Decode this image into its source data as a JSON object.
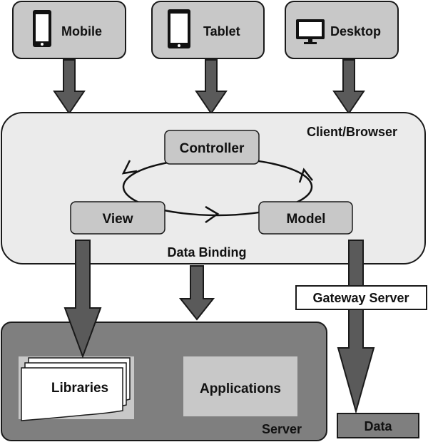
{
  "devices": [
    {
      "label": "Mobile",
      "icon": "mobile-phone-icon"
    },
    {
      "label": "Tablet",
      "icon": "tablet-icon"
    },
    {
      "label": "Desktop",
      "icon": "desktop-monitor-icon"
    }
  ],
  "client": {
    "title": "Client/Browser",
    "controller": "Controller",
    "view": "View",
    "model": "Model",
    "binding": "Data Binding"
  },
  "server": {
    "title": "Server",
    "libraries": "Libraries",
    "applications": "Applications"
  },
  "gateway": "Gateway Server",
  "data": "Data",
  "colors": {
    "box_fill": "#c8c8c8",
    "client_fill": "#ebebeb",
    "server_fill": "#7f7f7f",
    "arrow_fill": "#5a5a5a",
    "inner_box": "#c8c8c8",
    "outline": "#1a1a1a"
  }
}
